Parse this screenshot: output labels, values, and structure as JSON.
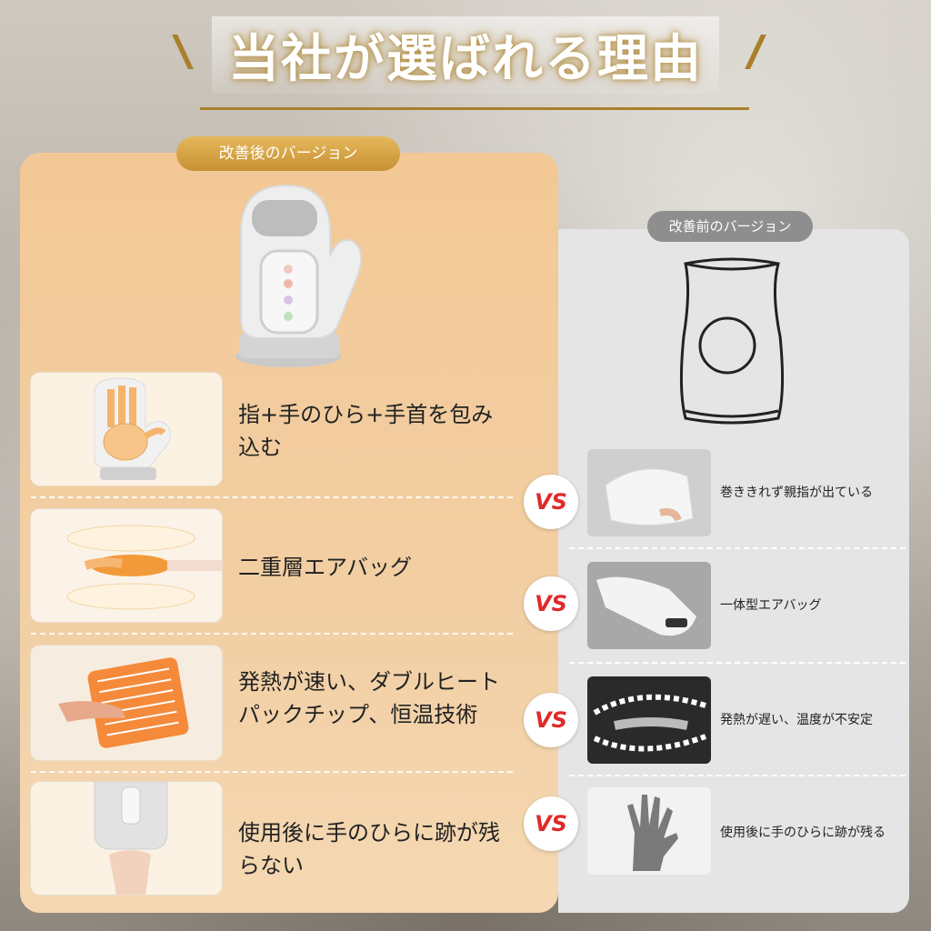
{
  "title": "当社が選ばれる理由",
  "left": {
    "badge": "改善後のバージョン",
    "rows": [
      {
        "text": "指+手のひら+手首を包み込む"
      },
      {
        "text": "二重層エアバッグ"
      },
      {
        "text": "発熱が速い、ダブルヒートパックチップ、恒温技術"
      },
      {
        "text": "使用後に手のひらに跡が残らない"
      }
    ]
  },
  "right": {
    "badge": "改善前のバージョン",
    "rows": [
      {
        "text": "巻ききれず親指が出ている"
      },
      {
        "text": "一体型エアバッグ"
      },
      {
        "text": "発熱が遅い、温度が不安定"
      },
      {
        "text": "使用後に手のひらに跡が残る"
      }
    ]
  },
  "vs_label": "VS",
  "colors": {
    "accent_gold": "#c69233",
    "vs_red": "#e02a2a",
    "panel_left": "#f3c896",
    "panel_right": "#e5e5e6"
  }
}
